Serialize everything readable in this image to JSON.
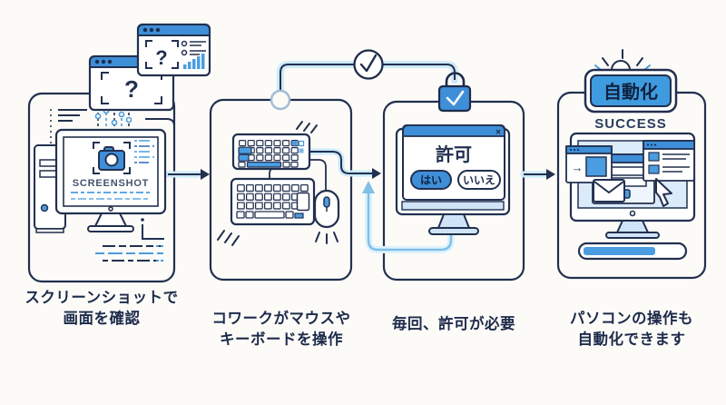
{
  "step1": {
    "caption1": "スクリーンショットで",
    "caption2": "画面を確認",
    "screen_label": "SCREENSHOT"
  },
  "step2": {
    "caption1": "コワークがマウスや",
    "caption2": "キーボードを操作"
  },
  "step3": {
    "caption1": "毎回、許可が必要",
    "caption2": "",
    "dialog": {
      "title": "許可",
      "yes": "はい",
      "no": "いいえ",
      "close": "×"
    }
  },
  "step4": {
    "caption1": "パソコンの操作も",
    "caption2": "自動化できます",
    "badge": "自動化",
    "success": "SUCCESS",
    "window_arrow": "→"
  },
  "browser": {
    "question": "?"
  },
  "colors": {
    "accent_blue": "#3e8ed8",
    "key_blue": "#4a9de0",
    "navy_outline": "#1d2b4a",
    "screen_light_blue": "#dcebf9",
    "glow_light_blue": "#cdeafa",
    "loop_arrow_blue": "#7fbfe9",
    "background": "#fcfbf8"
  }
}
